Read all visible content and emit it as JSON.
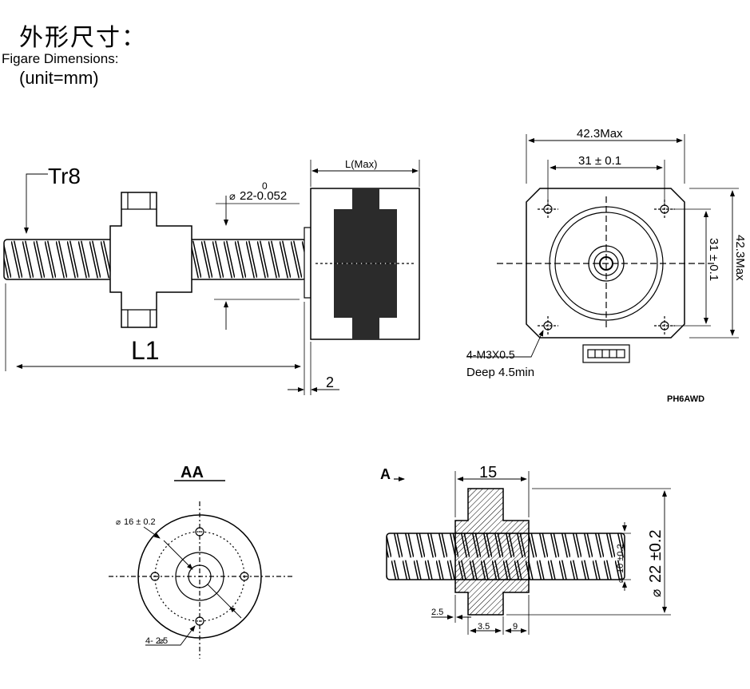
{
  "header": {
    "title_cn": "外形尺寸：",
    "title_en": "Figare Dimensions:",
    "unit": "(unit=mm)"
  },
  "side_view": {
    "thread_label": "Tr8",
    "length_label": "L1",
    "motor_length_label": "L(Max)",
    "shaft_dia_label": "22-0.052",
    "shaft_dia_tol_upper": "0",
    "boss_label": "2"
  },
  "front_view": {
    "width_label": "42.3Max",
    "hole_spacing_label": "31 ± 0.1",
    "height_label": "42.3Max",
    "hole_spacing_v_label": "31 ± 0.1",
    "screw_label": "4-M3X0.5",
    "depth_label": "Deep 4.5min",
    "model": "PH6AWD"
  },
  "section_aa": {
    "title": "AA",
    "pcd_label": "16 ± 0.2",
    "holes_label": "4-  2.5"
  },
  "nut_view": {
    "arrow_label": "A",
    "length_label": "15",
    "outer_dia_label": "22 ±0.2",
    "inner_dia_label": "10 ±0.2",
    "flange_label": "2.5",
    "dim_a": "3.5",
    "dim_b": "9"
  },
  "colors": {
    "line": "#000000",
    "coil": "#2b2b2b",
    "background": "#ffffff"
  }
}
